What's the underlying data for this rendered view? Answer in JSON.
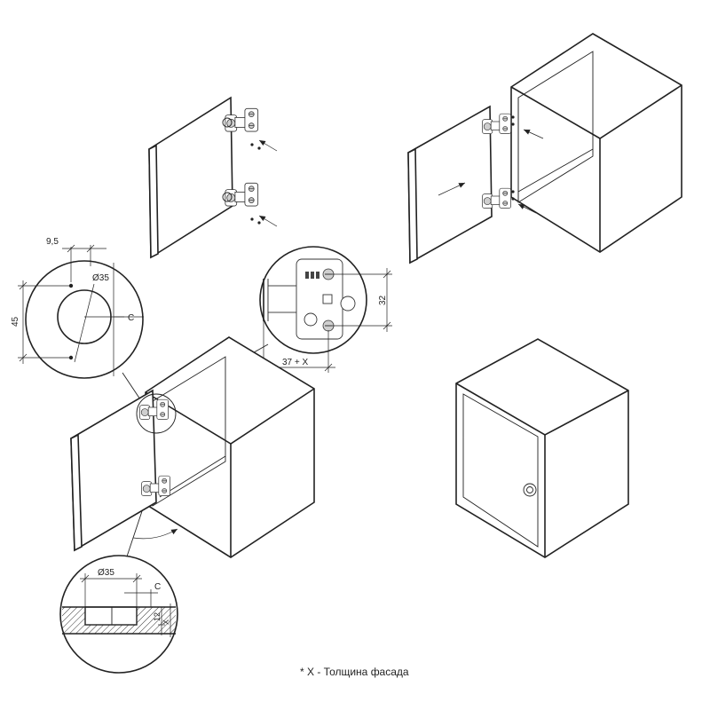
{
  "dimensions": {
    "offset": "9,5",
    "hole_diameter": "Ø35",
    "hole_spacing": "45",
    "edge_distance": "C",
    "plate_spacing": "32",
    "plate_offset": "37 + X",
    "section_diameter": "Ø35",
    "section_edge": "C",
    "cup_depth": "12",
    "thickness": "X"
  },
  "footnote": "* X - Толщина фасада"
}
